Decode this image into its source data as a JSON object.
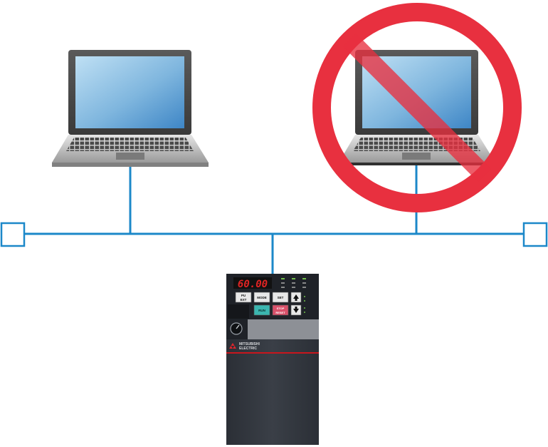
{
  "diagram": {
    "line_color": "#1c88c9",
    "prohibit_color": "#e8303f",
    "laptops": [
      {
        "id": "laptop-allowed",
        "status": "allowed"
      },
      {
        "id": "laptop-blocked",
        "status": "prohibited"
      }
    ],
    "inverter": {
      "display_value": "60.00",
      "brand_text": "MITSUBISHI ELECTRIC",
      "buttons": {
        "pu_ext": "PU\nEXT",
        "mode": "MODE",
        "set": "SET",
        "run": "RUN",
        "stop": "STOP\nRESET"
      },
      "accent_color": "#c8161d",
      "display_color": "#e02424"
    }
  }
}
